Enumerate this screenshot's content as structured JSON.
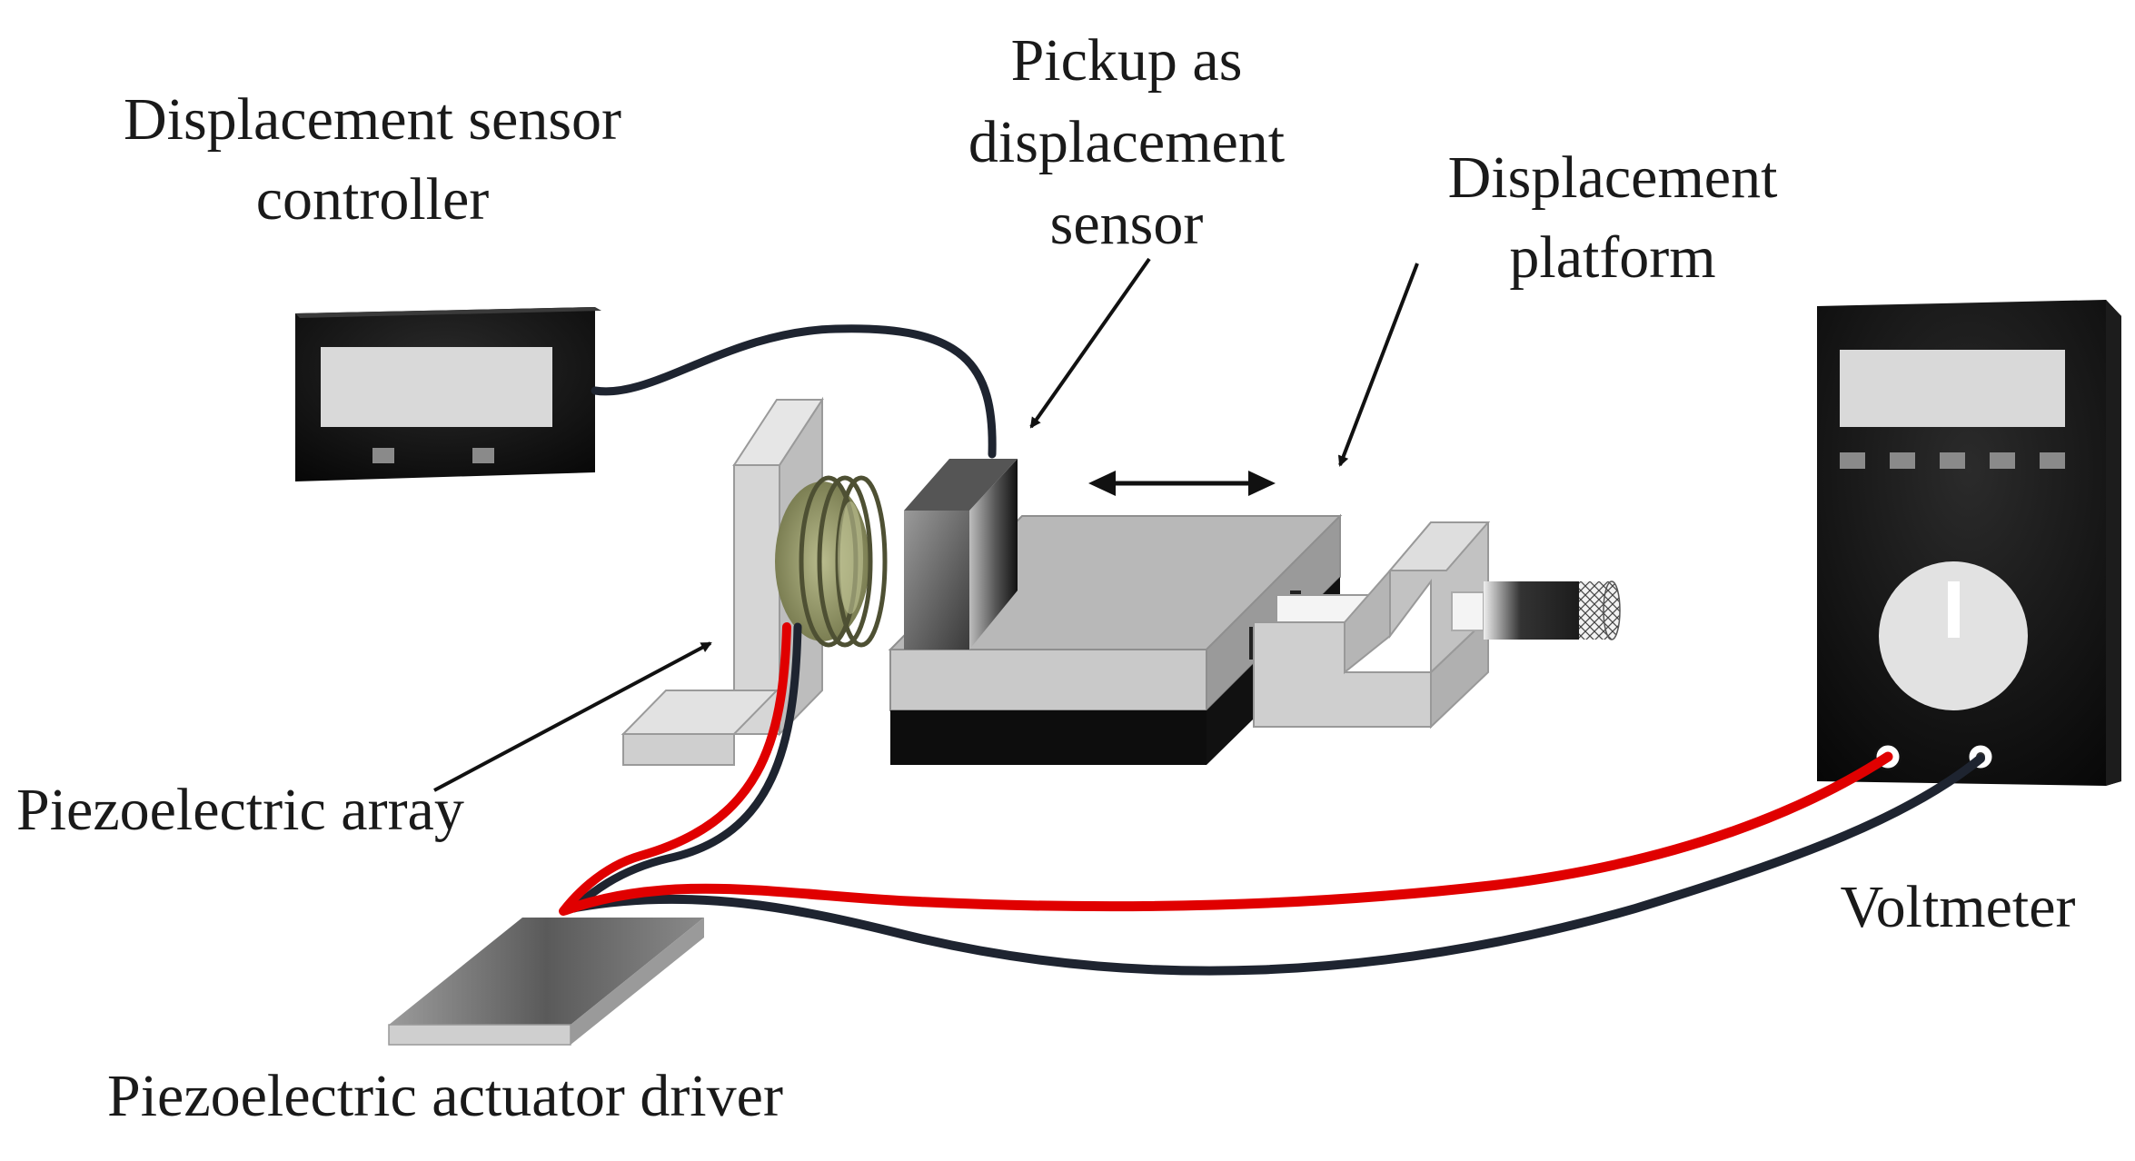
{
  "labels": {
    "sensor_controller": {
      "line1": "Displacement sensor",
      "line2": "controller"
    },
    "pickup": {
      "line1": "Pickup as",
      "line2": "displacement",
      "line3": "sensor"
    },
    "platform": {
      "line1": "Displacement",
      "line2": "platform"
    },
    "piezo_array": "Piezoelectric array",
    "voltmeter": "Voltmeter",
    "actuator_driver": "Piezoelectric actuator driver"
  },
  "colors": {
    "device_body": "#111111",
    "screen": "#d9d9d9",
    "wire_red": "#e00000",
    "wire_black": "#1e2430",
    "coil": "#9a9d6e",
    "bracket": "#cfcfcf",
    "platform_top": "#b8b8b8"
  }
}
